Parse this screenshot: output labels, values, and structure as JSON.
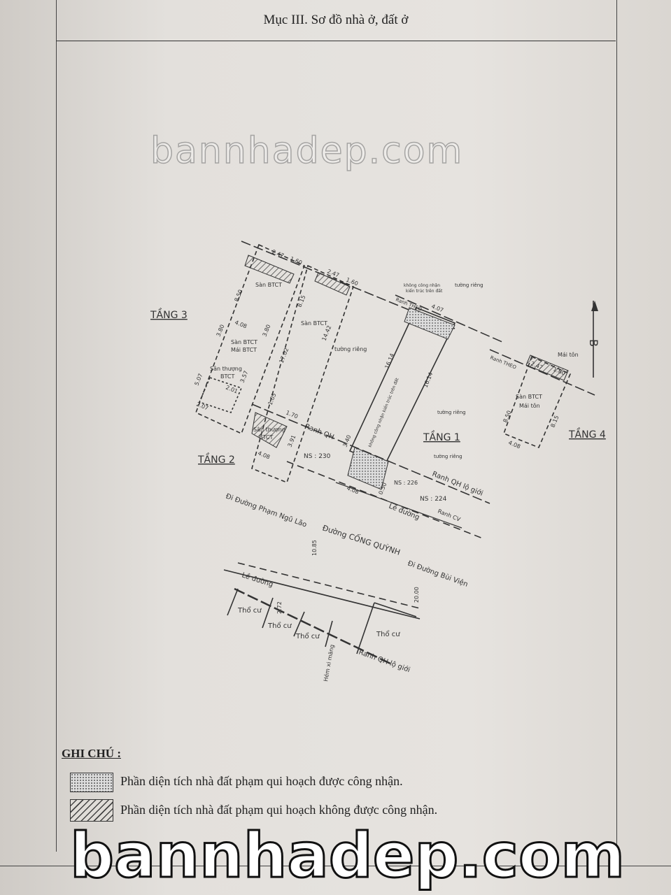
{
  "header": {
    "title": "Mục III. Sơ đồ nhà ở, đất ở"
  },
  "diagram": {
    "floors": {
      "t1": "TẦNG 1",
      "t2": "TẦNG 2",
      "t3": "TẦNG 3",
      "t4": "TẦNG 4"
    },
    "north": "B",
    "labels": {
      "san_btct": "Sàn BTCT",
      "san_btct_mai": "Sàn BTCT",
      "mai_btct": "Mái BTCT",
      "san_thuong": "Sân thượng",
      "btct": "BTCT",
      "san_thuong2": "Sân thượng",
      "btct2": "BTCT",
      "san_btct_t4": "Sàn BTCT",
      "mai_ton_t4": "Mái tôn",
      "mai_ton": "Mái tôn",
      "khong_cong_nhan_1": "không công nhận",
      "khong_cong_nhan_2": "kiến trúc trên đất",
      "khong_cong_nhan_v": "không công nhận kiến trúc trên đất",
      "tuong_rieng": "tường riêng",
      "ranh_theo": "Ranh THEO",
      "ranh_qh_t3": "Ranh QH",
      "ranh_qh_lo_gioi": "Ranh QH lộ giới",
      "ranh_cv": "Ranh CV",
      "le_duong": "Lề đường",
      "le_duong2": "Lề đường",
      "ns230": "NS : 230",
      "ns226": "NS : 226",
      "ns224": "NS : 224",
      "street_left": "Đi Đường Phạm Ngũ Lão",
      "street_main": "Đường CỐNG QUỲNH",
      "street_right": "Đi Đường Bùi Viện",
      "width_road": "10.85",
      "width_road2": "20.00",
      "d272": "2.72",
      "tho_cu": "Thổ cư",
      "hem": "Hẻm xi măng",
      "ranh_qh_lo_gioi2": "Ranh QH lộ giới"
    },
    "dims": {
      "d247": "2.47",
      "d160": "1.60",
      "d850": "8.50",
      "d815": "8.15",
      "d408": "4.08",
      "d380": "3.80",
      "d1702": "17.02",
      "d1442": "14.42",
      "d507": "5.07",
      "d357": "3.57",
      "d201": "2.01",
      "d207": "2.07",
      "d407": "4.07",
      "d1614": "16.14",
      "d340": "3.40",
      "d170": "1.70",
      "d105": "1.05",
      "d391": "3.91",
      "d050": "0.50"
    }
  },
  "legend": {
    "title": "GHI CHÚ :",
    "items": [
      "Phần diện tích nhà đất phạm qui hoạch được công nhận.",
      "Phần diện tích nhà đất phạm qui hoạch không được công nhận."
    ]
  },
  "watermark": "bannhadep.com"
}
